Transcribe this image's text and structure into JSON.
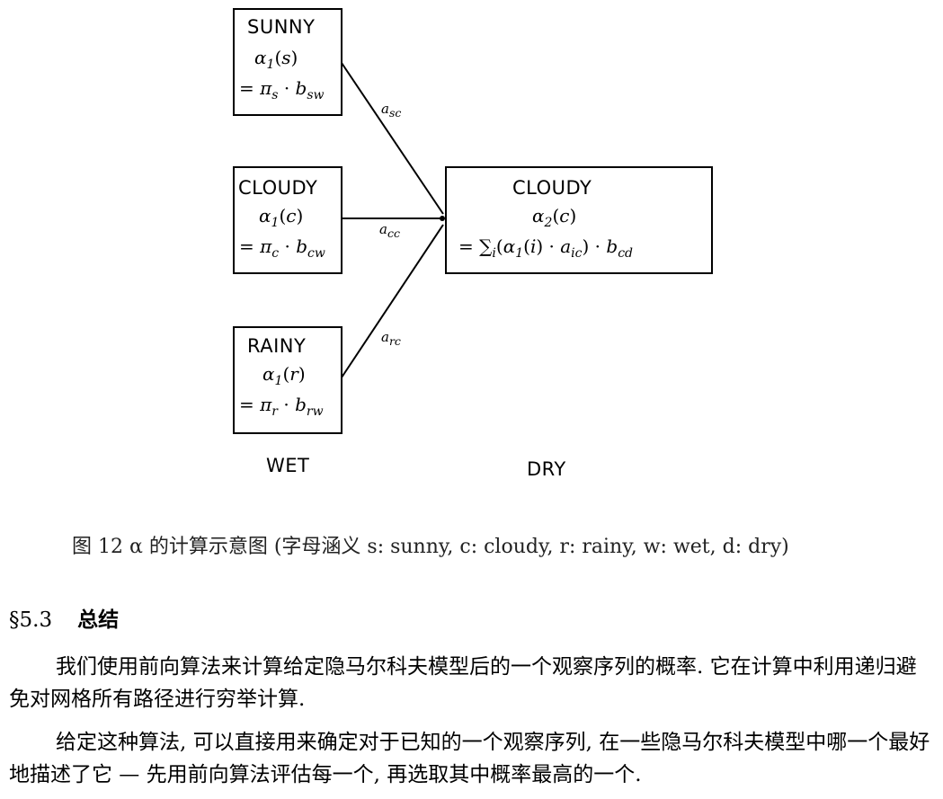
{
  "diagram": {
    "sunny": {
      "state": "SUNNY",
      "alpha": "α1(s)",
      "formula": "= πs · bsw"
    },
    "cloudy_left": {
      "state": "CLOUDY",
      "alpha": "α1(c)",
      "formula": "= πc · bcw"
    },
    "rainy": {
      "state": "RAINY",
      "alpha": "α1(r)",
      "formula": "= πr · brw"
    },
    "cloudy_right": {
      "state": "CLOUDY",
      "alpha": "α2(c)",
      "formula": "= ∑i(α1(i) · aic) · bcd"
    },
    "edges": {
      "sc": "asc",
      "cc": "acc",
      "rc": "arc"
    },
    "observations": {
      "left": "WET",
      "right": "DRY"
    }
  },
  "caption": "图 12  α 的计算示意图 (字母涵义 s: sunny, c: cloudy, r: rainy, w: wet, d: dry)",
  "section": {
    "number": "§5.3",
    "title": "总结"
  },
  "paragraphs": [
    "我们使用前向算法来计算给定隐马尔科夫模型后的一个观察序列的概率. 它在计算中利用递归避免对网格所有路径进行穷举计算.",
    "给定这种算法, 可以直接用来确定对于已知的一个观察序列, 在一些隐马尔科夫模型中哪一个最好地描述了它 — 先用前向算法评估每一个, 再选取其中概率最高的一个."
  ]
}
